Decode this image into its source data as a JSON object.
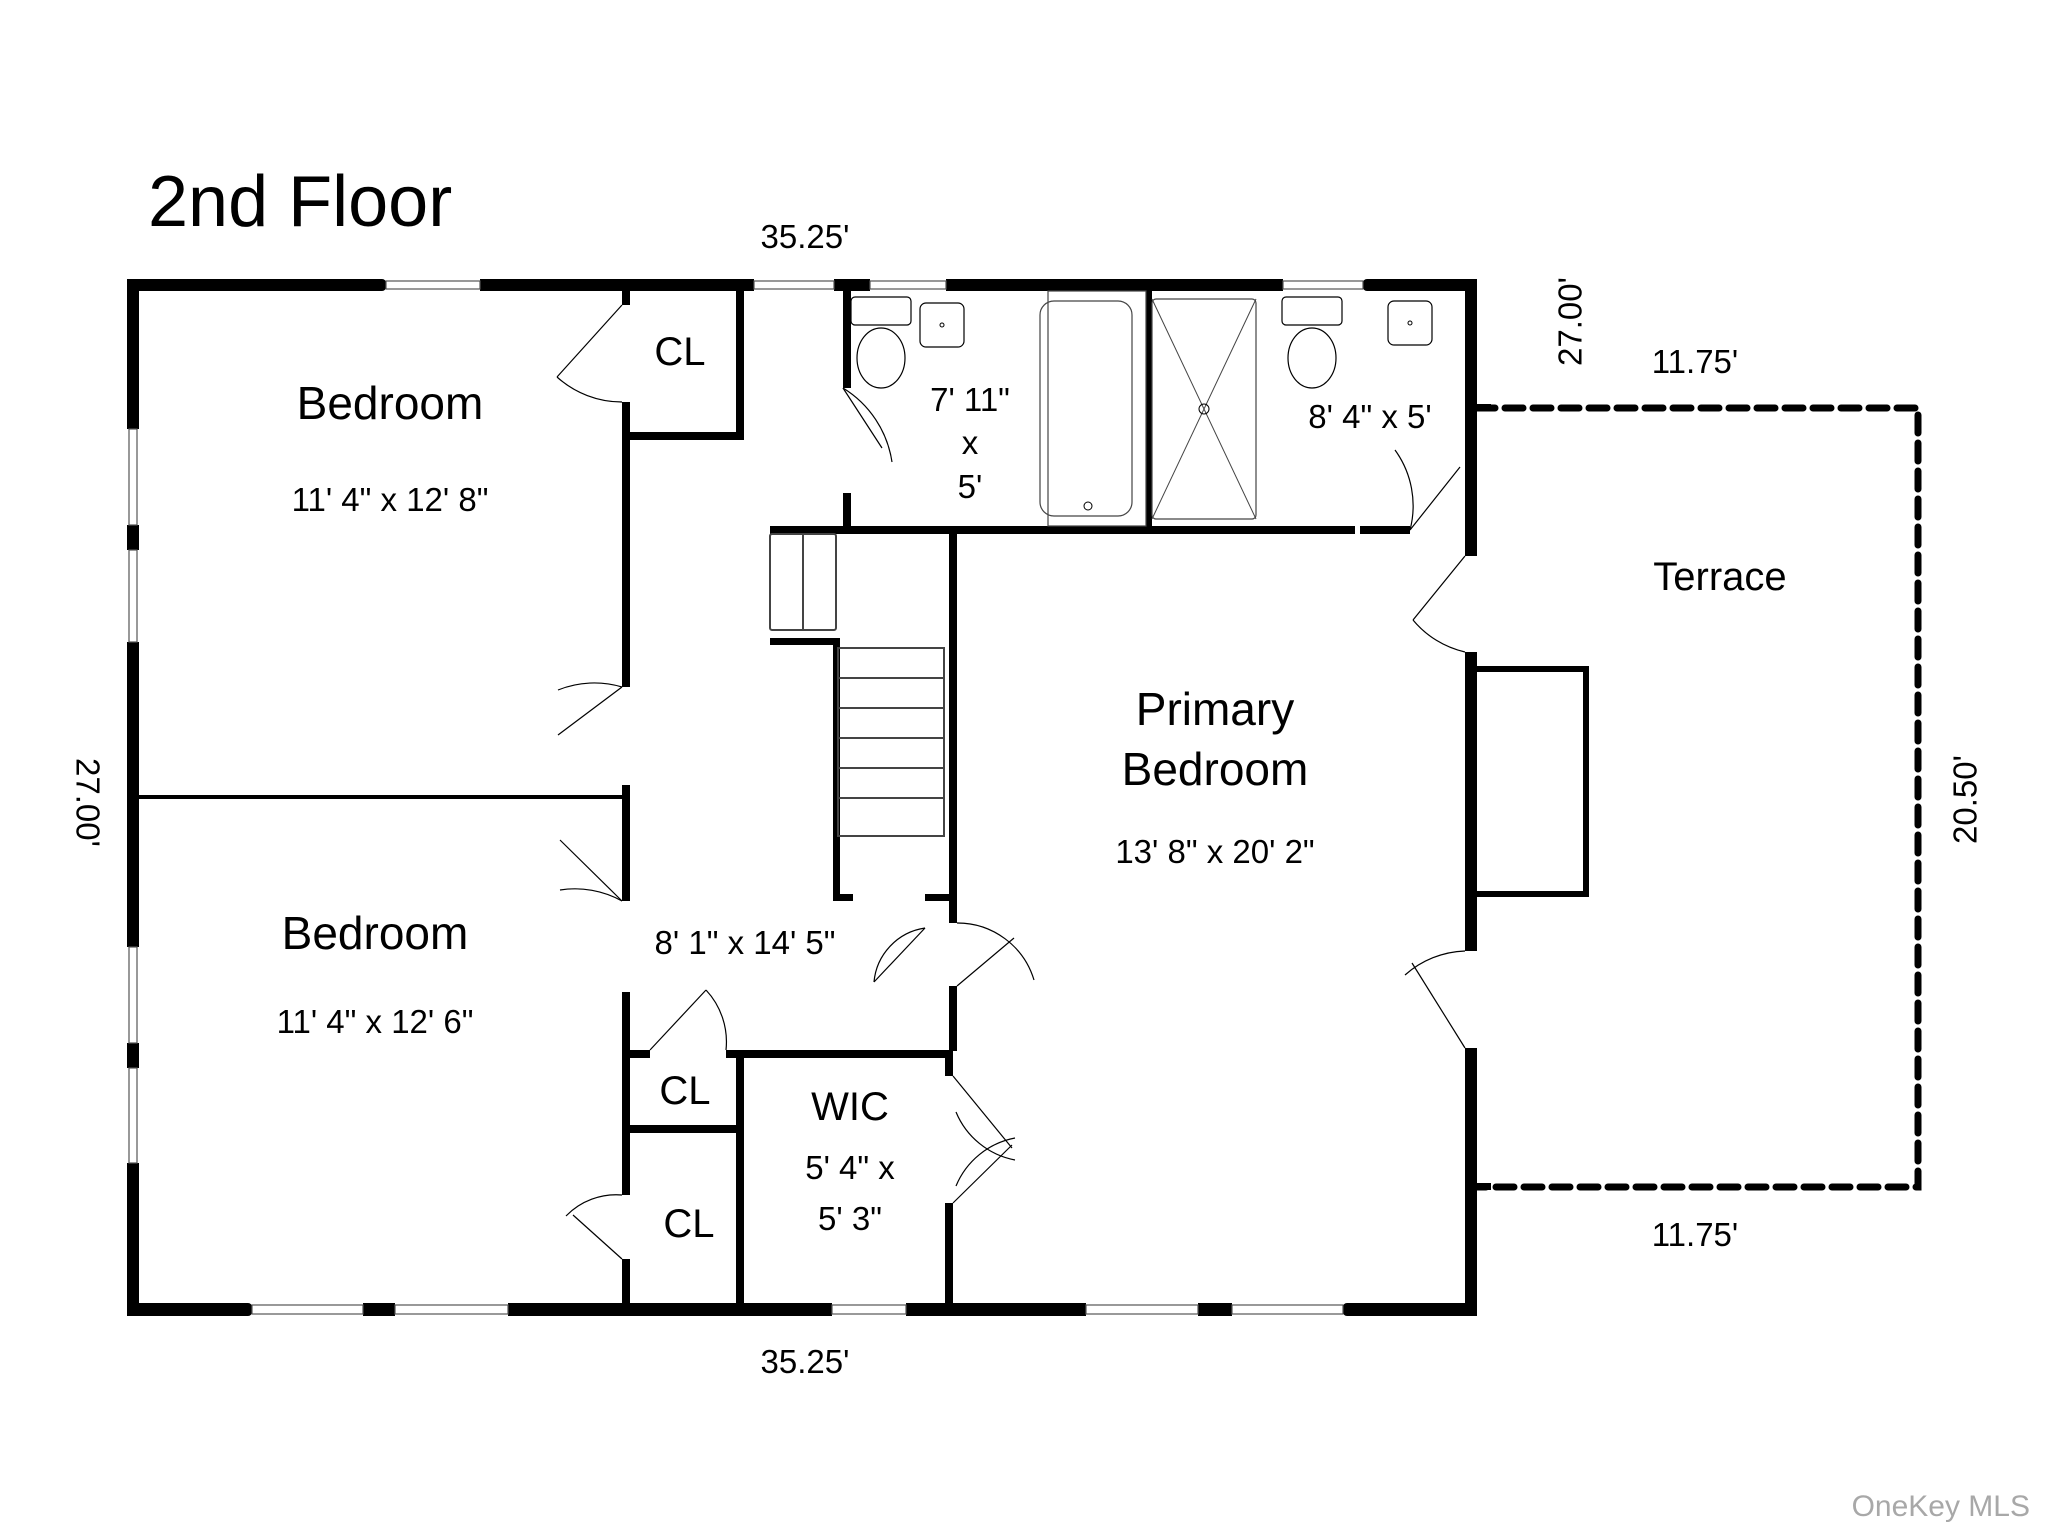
{
  "title": "2nd Floor",
  "dimensions": {
    "top": "35.25'",
    "bottom": "35.25'",
    "left": "27.00'",
    "right_house": "27.00'",
    "terrace_top": "11.75'",
    "terrace_bottom": "11.75'",
    "terrace_side": "20.50'"
  },
  "rooms": {
    "bedroom_top": {
      "name": "Bedroom",
      "size": "11' 4\" x 12' 8\""
    },
    "bedroom_bottom": {
      "name": "Bedroom",
      "size": "11' 4\" x 12' 6\""
    },
    "closet_top": {
      "name": "CL"
    },
    "closet_mid": {
      "name": "CL"
    },
    "closet_bottom": {
      "name": "CL"
    },
    "hall": {
      "size": "8' 1\" x 14' 5\""
    },
    "bath_left": {
      "size_line1": "7' 11\"",
      "size_line2": "x",
      "size_line3": "5'"
    },
    "bath_right": {
      "size": "8' 4\" x 5'"
    },
    "primary_bedroom": {
      "name_line1": "Primary",
      "name_line2": "Bedroom",
      "size": "13' 8\" x 20' 2\""
    },
    "wic": {
      "name": "WIC",
      "size_line1": "5' 4\" x",
      "size_line2": "5' 3\""
    },
    "terrace": {
      "name": "Terrace"
    }
  },
  "watermark": "OneKey MLS"
}
